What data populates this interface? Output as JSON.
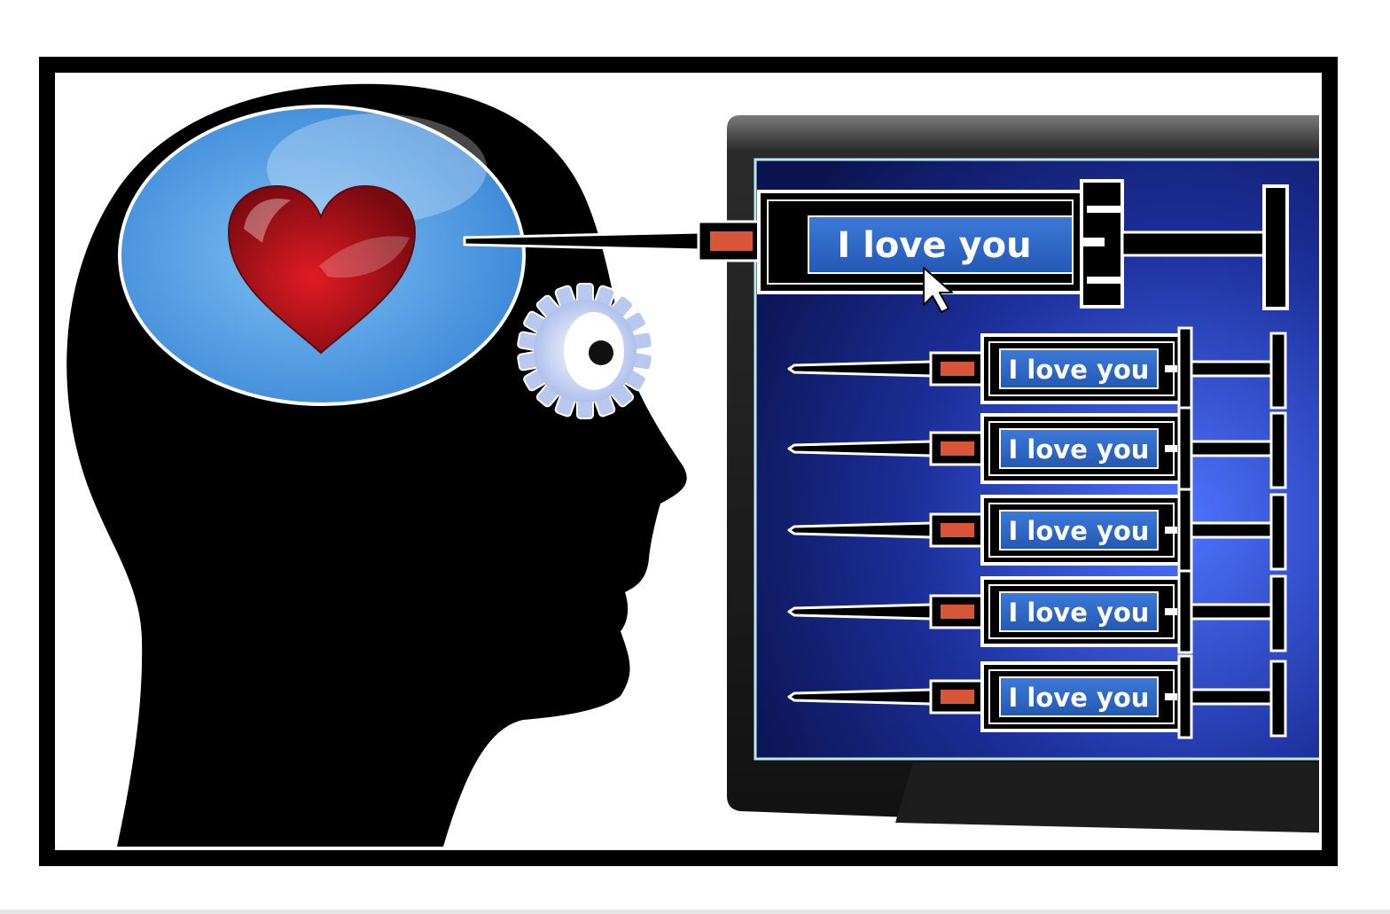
{
  "main_syringe": {
    "label": "I love you"
  },
  "syringes": [
    {
      "label": "I love you"
    },
    {
      "label": "I love you"
    },
    {
      "label": "I love you"
    },
    {
      "label": "I love you"
    },
    {
      "label": "I love you"
    }
  ],
  "icons": {
    "heart": "heart-icon",
    "gear": "gear-icon",
    "cursor": "mouse-pointer-icon"
  },
  "colors": {
    "frame": "#000000",
    "screen": "#1a2a8a",
    "brain": "#5ea6e6",
    "heart": "#b0121c",
    "syringe_label": "#2f6bc8",
    "needle_hub": "#d8553a"
  }
}
